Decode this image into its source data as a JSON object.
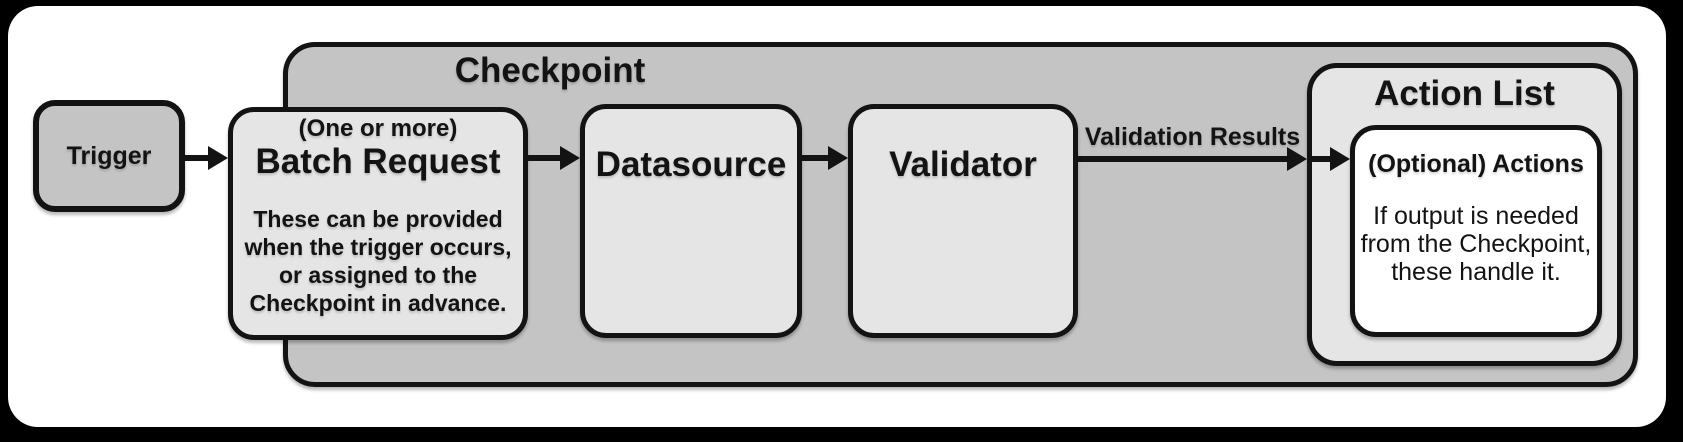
{
  "diagram": {
    "trigger": {
      "label": "Trigger"
    },
    "checkpoint": {
      "title": "Checkpoint",
      "batch_request": {
        "qualifier": "(One or more)",
        "title": "Batch Request",
        "description": "These can be provided\nwhen the trigger occurs,\nor assigned to the\nCheckpoint in advance."
      },
      "datasource": {
        "title": "Datasource"
      },
      "validator": {
        "title": "Validator"
      },
      "action_list": {
        "title": "Action List",
        "actions": {
          "title": "(Optional) Actions",
          "description": "If output is needed\nfrom the Checkpoint,\nthese handle it."
        }
      }
    },
    "labels": {
      "validation_results": "Validation Results"
    },
    "colors": {
      "background": "#000000",
      "card": "#ffffff",
      "container_gray": "#c4c4c4",
      "node_gray": "#e5e5e5",
      "inner_white": "#ffffff",
      "border": "#131313",
      "text": "#131313"
    }
  }
}
